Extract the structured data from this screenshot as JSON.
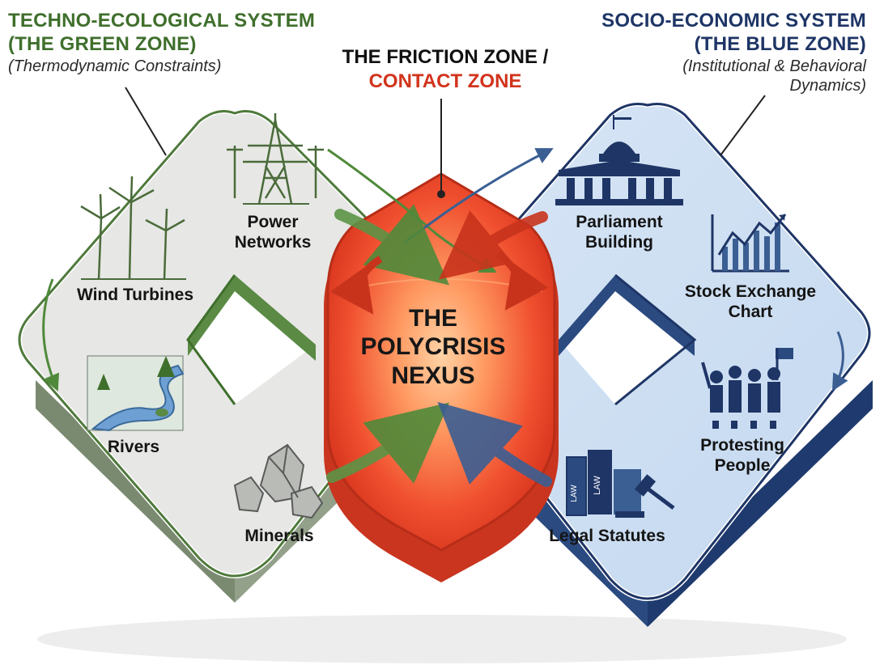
{
  "green_zone": {
    "title_line1": "TECHNO-ECOLOGICAL SYSTEM",
    "title_line2": "(THE GREEN ZONE)",
    "subtitle": "(Thermodynamic Constraints)",
    "color": "#3f6f2c",
    "items": [
      {
        "label": "Wind Turbines",
        "icon": "wind-turbines-icon"
      },
      {
        "label": "Power\nNetworks",
        "icon": "power-pylon-icon"
      },
      {
        "label": "Rivers",
        "icon": "river-icon"
      },
      {
        "label": "Minerals",
        "icon": "minerals-icon"
      }
    ]
  },
  "blue_zone": {
    "title_line1": "SOCIO-ECONOMIC SYSTEM",
    "title_line2": "(THE BLUE ZONE)",
    "subtitle_line1": "(Institutional & Behavioral",
    "subtitle_line2": "Dynamics)",
    "color": "#1e3566",
    "items": [
      {
        "label": "Parliament\nBuilding",
        "icon": "parliament-icon"
      },
      {
        "label": "Stock Exchange\nChart",
        "icon": "stock-chart-icon"
      },
      {
        "label": "Protesting\nPeople",
        "icon": "protesters-icon"
      },
      {
        "label": "Legal Statutes",
        "icon": "law-books-gavel-icon"
      }
    ]
  },
  "friction_zone": {
    "line1": "THE FRICTION ZONE /",
    "line2": "CONTACT ZONE",
    "color": "#d2331c"
  },
  "nexus": {
    "label": "THE\nPOLYCRISIS\nNEXUS"
  },
  "book_spine_text": "LAW"
}
